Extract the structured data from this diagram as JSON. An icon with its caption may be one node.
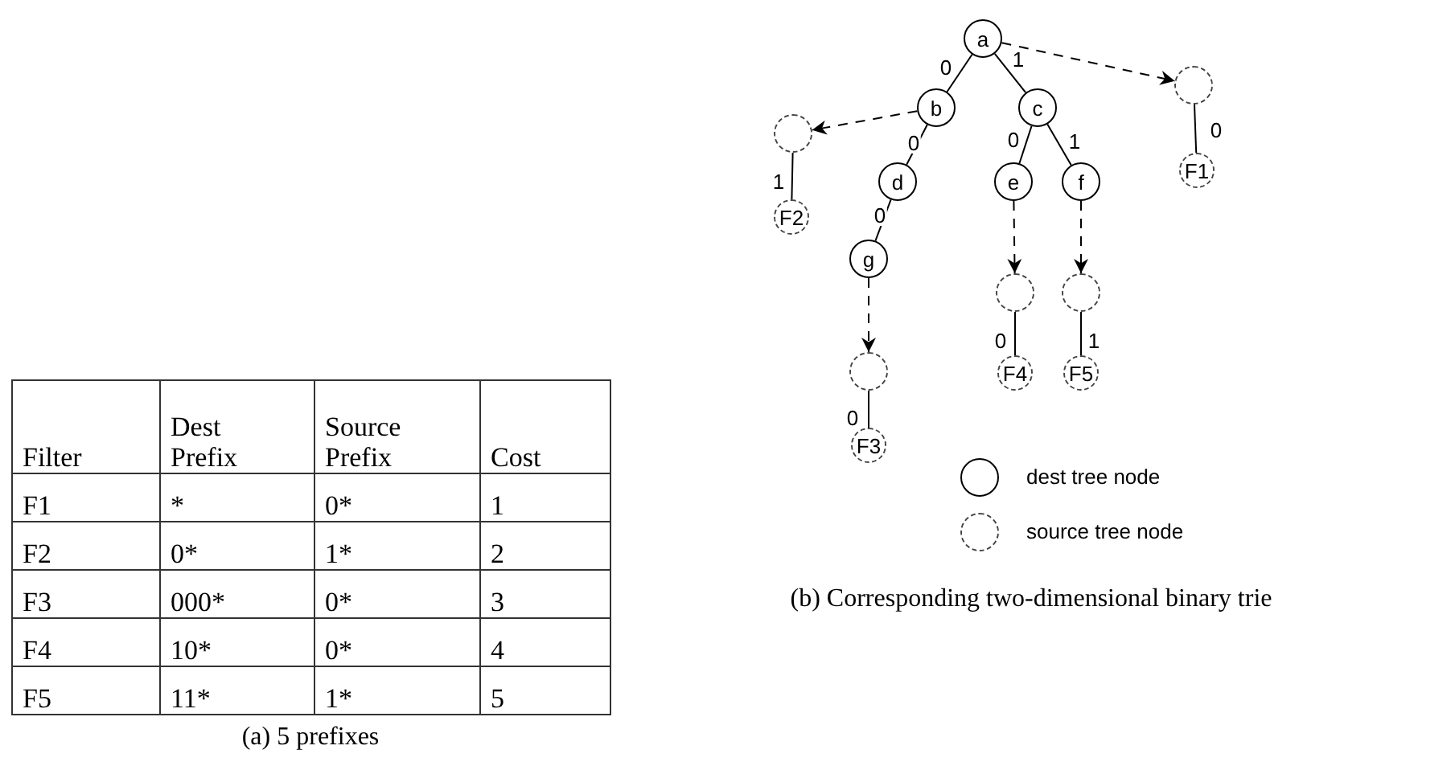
{
  "diagram": {
    "nodes": [
      {
        "text": [
          "a"
        ]
      },
      {
        "text": [
          "b"
        ]
      },
      {
        "text": [
          "c"
        ]
      },
      {
        "text": [],
        "shape": "circle"
      },
      {
        "text": [],
        "shape": "circle"
      },
      {
        "text": [
          "d"
        ]
      },
      {
        "text": [
          "e"
        ]
      },
      {
        "text": [
          "f"
        ]
      },
      {
        "text": [
          "F1"
        ]
      },
      {
        "text": [
          "F2"
        ]
      },
      {
        "text": [
          "g"
        ]
      },
      {
        "text": [],
        "shape": "circle"
      },
      {
        "text": [],
        "shape": "circle"
      },
      {
        "text": [],
        "shape": "circle"
      },
      {
        "text": [
          "F4"
        ]
      },
      {
        "text": [
          "F5"
        ]
      },
      {
        "text": [
          "F3"
        ]
      }
    ],
    "edges": [
      {
        "from": 0,
        "to": 1,
        "arrow": "none",
        "label": "0"
      },
      {
        "from": 0,
        "to": 2,
        "arrow": "none",
        "label": "1"
      },
      {
        "from": 0,
        "to": 3,
        "arrow": "to",
        "style": "dashed"
      },
      {
        "from": 1,
        "to": 4,
        "arrow": "to",
        "style": "dashed"
      },
      {
        "from": 1,
        "to": 5,
        "arrow": "none",
        "label": "0"
      },
      {
        "from": 2,
        "to": 6,
        "arrow": "none",
        "label": "0"
      },
      {
        "from": 2,
        "to": 7,
        "arrow": "none",
        "label": "1"
      },
      {
        "from": 3,
        "to": 8,
        "arrow": "none",
        "label": "0"
      },
      {
        "from": 4,
        "to": 9,
        "arrow": "none",
        "label": "1"
      },
      {
        "from": 5,
        "to": 10,
        "arrow": "none",
        "label": "0"
      },
      {
        "from": 6,
        "to": 11,
        "arrow": "to",
        "style": "dashed"
      },
      {
        "from": 7,
        "to": 12,
        "arrow": "to",
        "style": "dashed"
      },
      {
        "from": 10,
        "to": 13,
        "arrow": "to",
        "style": "dashed"
      },
      {
        "from": 11,
        "to": 14,
        "arrow": "none",
        "label": "0"
      },
      {
        "from": 12,
        "to": 15,
        "arrow": "none",
        "label": "1"
      },
      {
        "from": 13,
        "to": 16,
        "arrow": "none",
        "label": "0"
      }
    ],
    "labels": [
      "Filter",
      "Dest Prefix",
      "Source Prefix",
      "Cost",
      "F1",
      "*",
      "0*",
      "1",
      "F2",
      "0*",
      "1*",
      "2",
      "F3",
      "000*",
      "0*",
      "3",
      "F4",
      "10*",
      "0*",
      "4",
      "F5",
      "11*",
      "1*",
      "5",
      "(a) 5 prefixes",
      "(b) Corresponding two-dimensional binary trie"
    ],
    "legend": [
      {
        "text": "dest tree node"
      },
      {
        "text": "source tree node"
      }
    ]
  }
}
